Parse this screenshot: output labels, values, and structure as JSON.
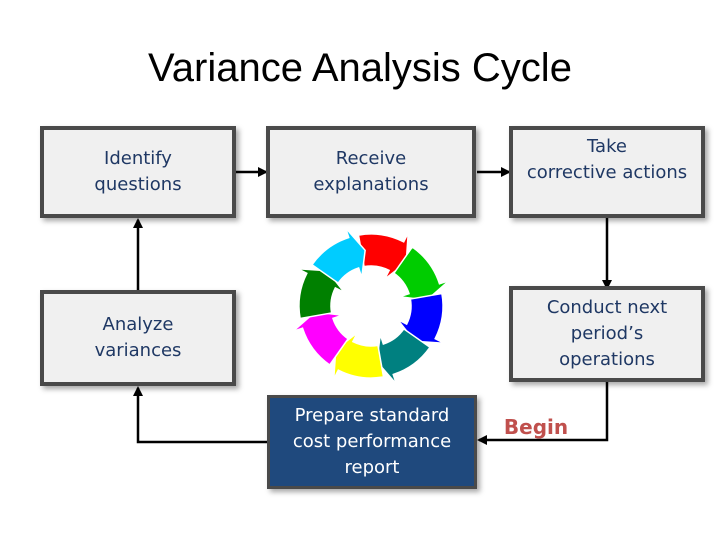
{
  "title": "Variance Analysis Cycle",
  "boxes": {
    "identify": "Identify\nquestions",
    "receive": "Receive\nexplanations",
    "take": "Take\ncorrective  actions",
    "analyze": "Analyze\nvariances",
    "conduct": "Conduct next\nperiod’s\noperations",
    "prepare": "Prepare standard\ncost performance\nreport"
  },
  "begin_label": "Begin",
  "colors": {
    "box_fill": "#f0f0f0",
    "box_border": "#4a4a4a",
    "dark_box_fill": "#1f497d",
    "text": "#1f3864",
    "begin": "#c0504d",
    "cycle_arrows": [
      "#ff0000",
      "#00cc00",
      "#0000ff",
      "#008080",
      "#ffff00",
      "#ff00ff",
      "#008000",
      "#00ccff"
    ]
  }
}
